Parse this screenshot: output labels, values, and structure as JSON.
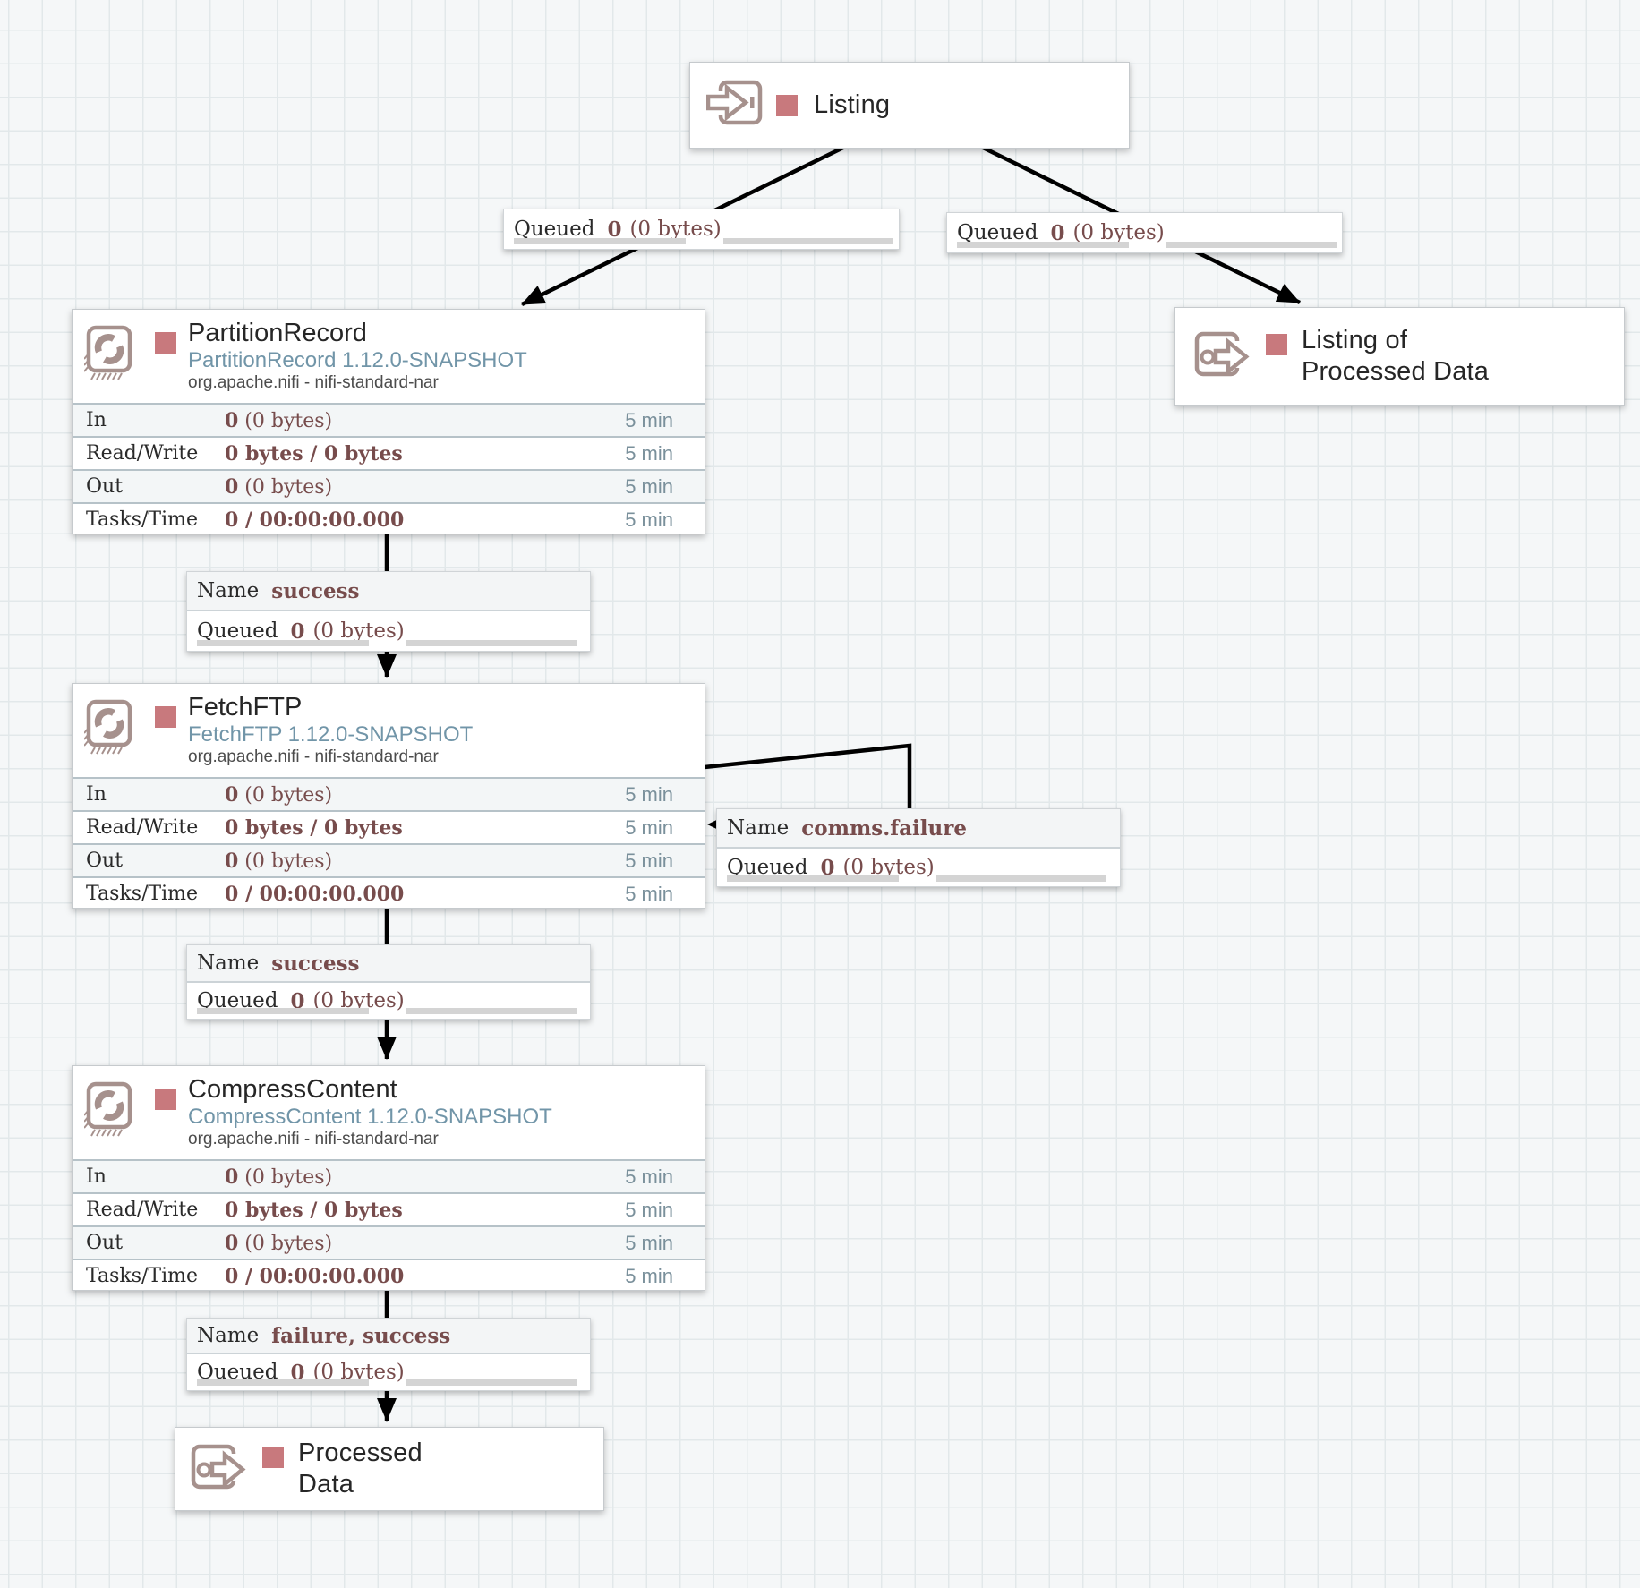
{
  "ports": {
    "listing": {
      "name": "Listing"
    },
    "listing_processed": {
      "line1": "Listing of",
      "line2": "Processed Data"
    },
    "processed": {
      "line1": "Processed",
      "line2": "Data"
    }
  },
  "processors": [
    {
      "title": "PartitionRecord",
      "version": "PartitionRecord 1.12.0-SNAPSHOT",
      "bundle": "org.apache.nifi - nifi-standard-nar",
      "rows": [
        {
          "label": "In",
          "bold": "0",
          "rest": " (0 bytes)",
          "time": "5 min"
        },
        {
          "label": "Read/Write",
          "bold": "0 bytes / 0 bytes",
          "rest": "",
          "time": "5 min"
        },
        {
          "label": "Out",
          "bold": "0",
          "rest": " (0 bytes)",
          "time": "5 min"
        },
        {
          "label": "Tasks/Time",
          "bold": "0 / 00:00:00.000",
          "rest": "",
          "time": "5 min"
        }
      ]
    },
    {
      "title": "FetchFTP",
      "version": "FetchFTP 1.12.0-SNAPSHOT",
      "bundle": "org.apache.nifi - nifi-standard-nar",
      "rows": [
        {
          "label": "In",
          "bold": "0",
          "rest": " (0 bytes)",
          "time": "5 min"
        },
        {
          "label": "Read/Write",
          "bold": "0 bytes / 0 bytes",
          "rest": "",
          "time": "5 min"
        },
        {
          "label": "Out",
          "bold": "0",
          "rest": " (0 bytes)",
          "time": "5 min"
        },
        {
          "label": "Tasks/Time",
          "bold": "0 / 00:00:00.000",
          "rest": "",
          "time": "5 min"
        }
      ]
    },
    {
      "title": "CompressContent",
      "version": "CompressContent 1.12.0-SNAPSHOT",
      "bundle": "org.apache.nifi - nifi-standard-nar",
      "rows": [
        {
          "label": "In",
          "bold": "0",
          "rest": " (0 bytes)",
          "time": "5 min"
        },
        {
          "label": "Read/Write",
          "bold": "0 bytes / 0 bytes",
          "rest": "",
          "time": "5 min"
        },
        {
          "label": "Out",
          "bold": "0",
          "rest": " (0 bytes)",
          "time": "5 min"
        },
        {
          "label": "Tasks/Time",
          "bold": "0 / 00:00:00.000",
          "rest": "",
          "time": "5 min"
        }
      ]
    }
  ],
  "connections": {
    "listing_to_partition": {
      "queued_label": "Queued",
      "count": "0",
      "size": "(0 bytes)"
    },
    "listing_to_output": {
      "queued_label": "Queued",
      "count": "0",
      "size": "(0 bytes)"
    },
    "partition_to_fetch": {
      "name_label": "Name",
      "name": "success",
      "queued_label": "Queued",
      "count": "0",
      "size": "(0 bytes)"
    },
    "fetch_self_loop": {
      "name_label": "Name",
      "name": "comms.failure",
      "queued_label": "Queued",
      "count": "0",
      "size": "(0 bytes)"
    },
    "fetch_to_compress": {
      "name_label": "Name",
      "name": "success",
      "queued_label": "Queued",
      "count": "0",
      "size": "(0 bytes)"
    },
    "compress_to_output": {
      "name_label": "Name",
      "name": "failure, success",
      "queued_label": "Queued",
      "count": "0",
      "size": "(0 bytes)"
    }
  },
  "colors": {
    "stopped_indicator": "#c8797d",
    "node_icon": "#a6918d",
    "stat_value": "#774c4c",
    "version_text": "#7195a8",
    "time_text": "#7a909b",
    "canvas_bg": "#f5f7f8",
    "grid_line": "#e2e8ea",
    "connection_line": "#000000"
  }
}
